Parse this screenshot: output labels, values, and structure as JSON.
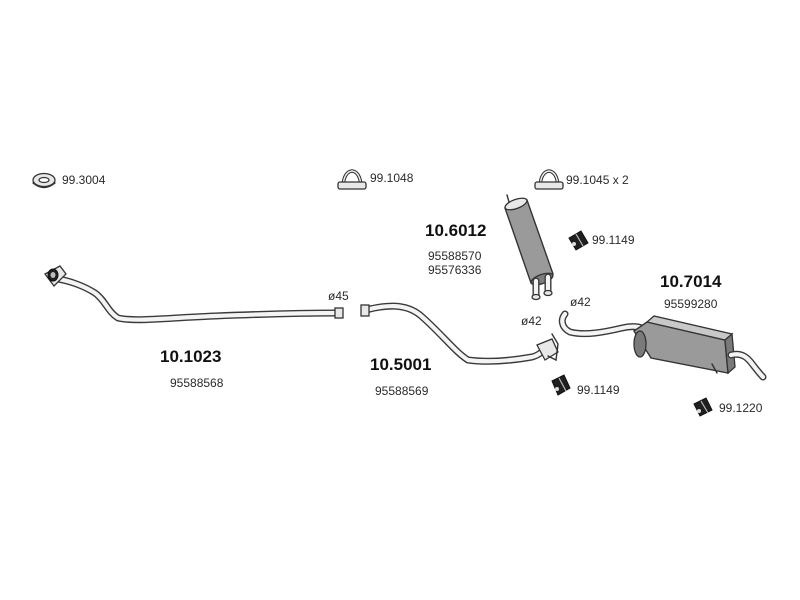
{
  "accessories": {
    "gasket": {
      "code": "99.3004",
      "icon": "gasket-ring-icon"
    },
    "clamp_a": {
      "code": "99.1048",
      "icon": "u-clamp-icon"
    },
    "clamp_b": {
      "code": "99.1045 x 2",
      "icon": "u-clamp-icon"
    },
    "hanger_top": {
      "code": "99.1149",
      "icon": "rubber-hanger-icon"
    },
    "hanger_bottom": {
      "code": "99.1149",
      "icon": "rubber-hanger-icon"
    },
    "hanger_rear": {
      "code": "99.1220",
      "icon": "rubber-hanger-icon"
    }
  },
  "parts": {
    "front_pipe": {
      "part_no": "10.1023",
      "oe": [
        "95588568"
      ],
      "diameter": "ø45"
    },
    "middle_pipe": {
      "part_no": "10.5001",
      "oe": [
        "95588569"
      ],
      "diameter": "ø42"
    },
    "center_silencer": {
      "part_no": "10.6012",
      "oe": [
        "95588570",
        "95576336"
      ]
    },
    "rear_silencer": {
      "part_no": "10.7014",
      "oe": [
        "95599280"
      ],
      "diameter": "ø42"
    }
  }
}
